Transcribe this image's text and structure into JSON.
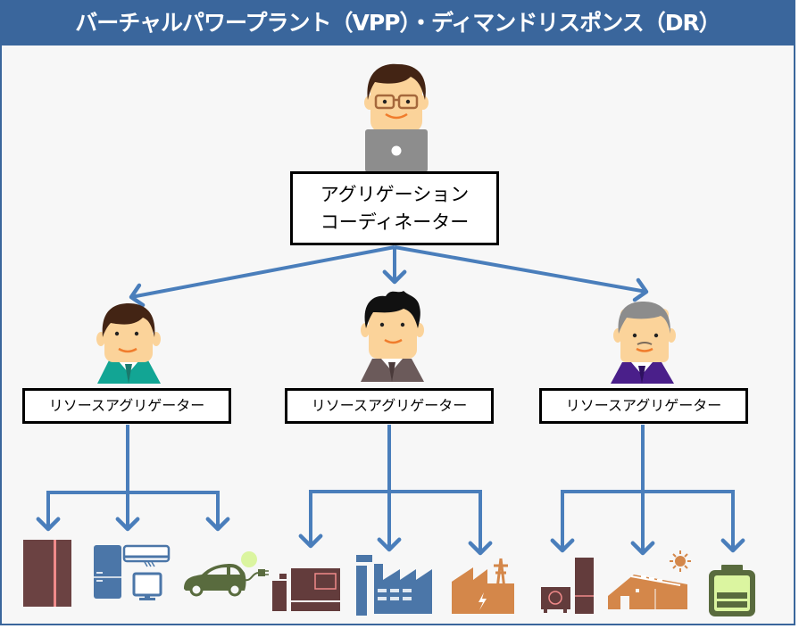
{
  "header": {
    "title": "バーチャルパワープラント（VPP）・ディマンドリスポンス（DR）"
  },
  "coordinator": {
    "label_line1": "アグリゲーション",
    "label_line2": "コーディネーター",
    "icon": "person-with-laptop-icon"
  },
  "resource_aggregators": [
    {
      "label": "リソースアグリゲーター",
      "suit_color": "#12a594",
      "hair_color": "#432414",
      "resources": [
        "storage-cabinet-icon",
        "home-appliances-icon",
        "electric-vehicle-icon"
      ]
    },
    {
      "label": "リソースアグリゲーター",
      "suit_color": "#6b5a5a",
      "hair_color": "#111111",
      "resources": [
        "generator-icon",
        "factory-icon",
        "power-plant-icon"
      ]
    },
    {
      "label": "リソースアグリゲーター",
      "suit_color": "#4a1f8a",
      "hair_color": "#8c8c8c",
      "resources": [
        "heat-pump-water-heater-icon",
        "solar-house-icon",
        "battery-icon"
      ]
    }
  ],
  "colors": {
    "header_bg": "#3a669c",
    "arrow": "#4a7ebb",
    "maroon": "#633c3c",
    "steel_blue": "#4b76a8",
    "orange": "#d4874a",
    "olive": "#596b3e",
    "lime": "#dbf5a0",
    "skin": "#fbd39a"
  }
}
